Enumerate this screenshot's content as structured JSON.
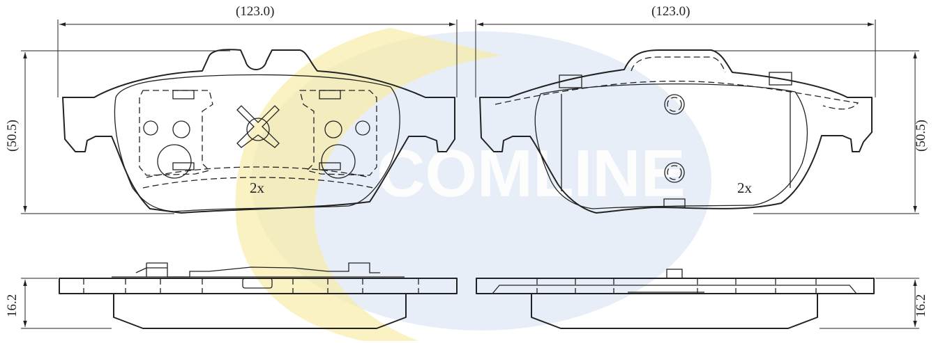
{
  "watermark": {
    "text": "COMLINE",
    "colors": {
      "yellow": "#f4dc63",
      "blue": "#b4c8e4"
    }
  },
  "views": {
    "left_pad": {
      "width_dim": "(123.0)",
      "height_dim": "(50.5)",
      "quantity": "2x",
      "thickness_dim": "16.2"
    },
    "right_pad": {
      "width_dim": "(123.0)",
      "height_dim": "(50.5)",
      "quantity": "2x",
      "thickness_dim": "16.2"
    }
  },
  "colors": {
    "line": "#222222",
    "background": "#ffffff"
  }
}
